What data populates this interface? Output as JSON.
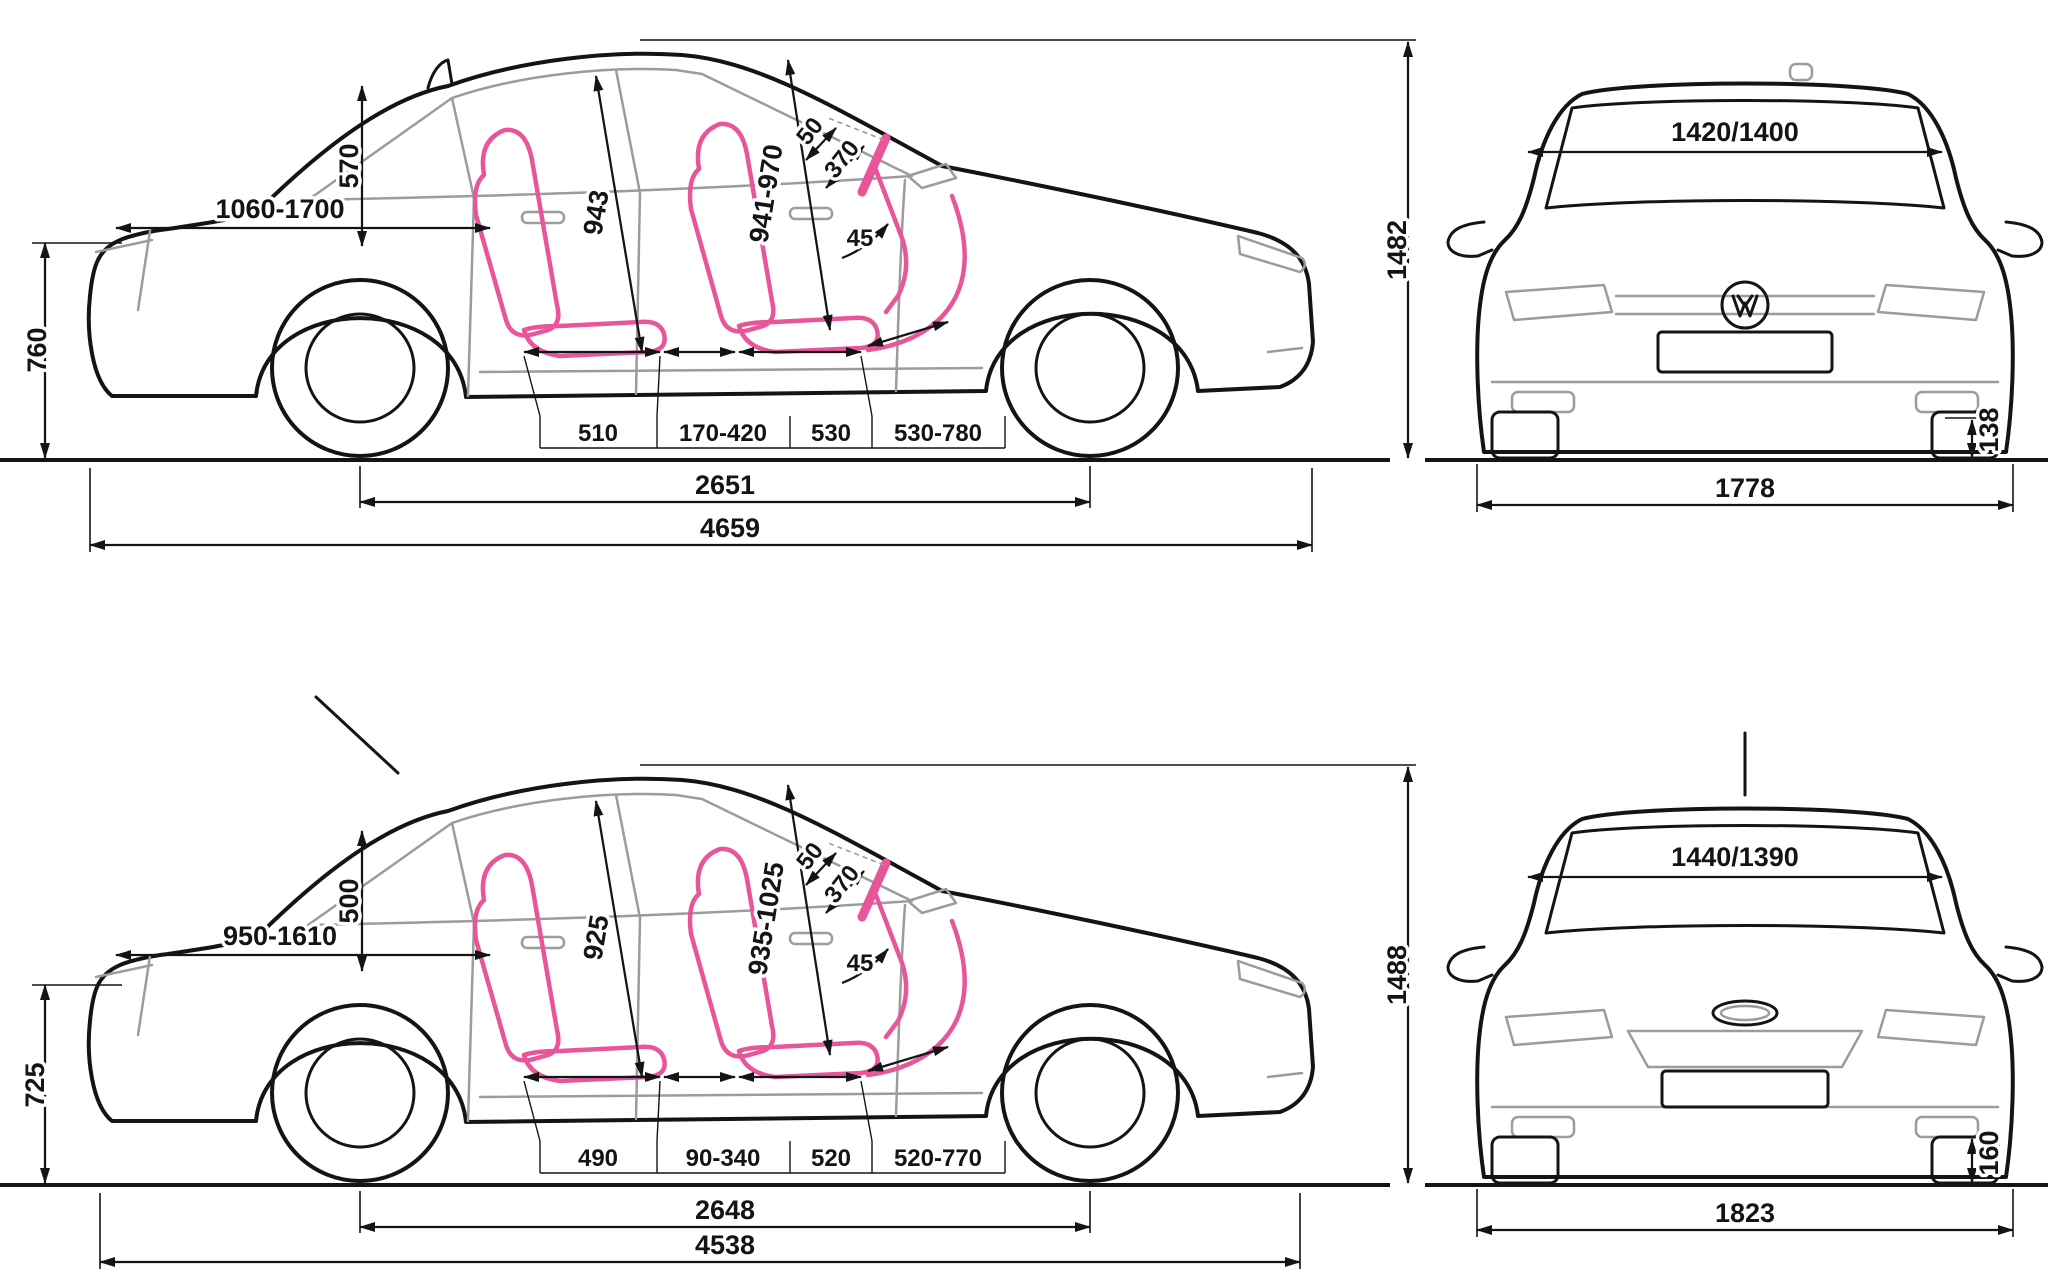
{
  "page": {
    "title": "sedan-dimensions-blueprint",
    "background": "#ffffff"
  },
  "colors": {
    "outline": "#141414",
    "secondary": "#9c9c9c",
    "seat_pink": "#e8559b"
  },
  "cars": [
    {
      "name": "sedan-top",
      "brand_logo": "volkswagen",
      "side_dimensions": {
        "overall_length": "4659",
        "wheelbase": "2651",
        "overall_height": "1482",
        "rear_deck_height": "760",
        "rear_shelf_height": "570",
        "cargo_length_range": "1060-1700",
        "front_headroom": "943",
        "rear_headroom_range": "941-970",
        "steering_adjust_a": "50",
        "steering_adjust_b": "370",
        "pedal_angle": "45",
        "rear_cushion_length": "510",
        "seat_travel_range": "170-420",
        "front_cushion_length": "530",
        "legroom_range": "530-780"
      },
      "front_dimensions": {
        "track_front_rear": "1420/1400",
        "overall_width": "1778",
        "ground_clearance": "138"
      }
    },
    {
      "name": "sedan-bottom",
      "brand_logo": "ford",
      "side_dimensions": {
        "overall_length": "4538",
        "wheelbase": "2648",
        "overall_height": "1488",
        "rear_deck_height": "725",
        "rear_shelf_height": "500",
        "cargo_length_range": "950-1610",
        "front_headroom": "925",
        "rear_headroom_range": "935-1025",
        "steering_adjust_a": "50",
        "steering_adjust_b": "370",
        "pedal_angle": "45",
        "rear_cushion_length": "490",
        "seat_travel_range": "90-340",
        "front_cushion_length": "520",
        "legroom_range": "520-770"
      },
      "front_dimensions": {
        "track_front_rear": "1440/1390",
        "overall_width": "1823",
        "ground_clearance": "160"
      }
    }
  ]
}
